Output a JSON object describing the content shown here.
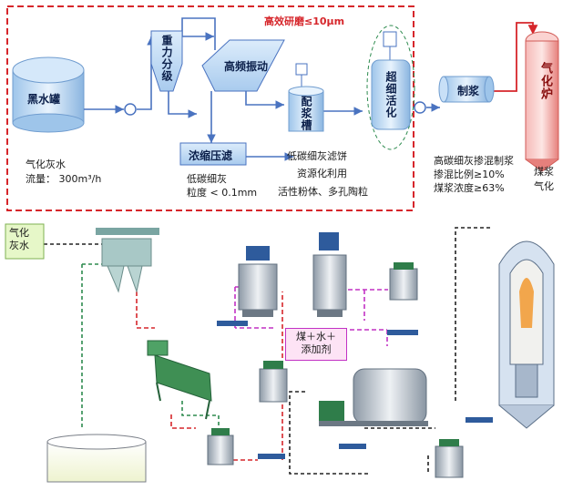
{
  "top": {
    "title": "高效研磨≤10μm",
    "tank": "黑水罐",
    "gravity": "重力分级",
    "vibration": "高频振动",
    "thickener": "浓缩压滤",
    "slurry_tank": "配浆槽",
    "activation": "超细活化",
    "pulping": "制浆",
    "gasifier": "气化炉",
    "feed_line1": "气化灰水",
    "feed_line2": "流量：  300m³/h",
    "fine_line1": "低碳细灰",
    "fine_line2": "粒度 < 0.1mm",
    "cake_line1": "低碳细灰滤饼",
    "cake_line2": "资源化利用",
    "cake_line3": "活性粉体、多孔陶粒",
    "coal_line1": "高碳细灰掺混制浆",
    "coal_line2": "掺混比例≥10%",
    "coal_line3": "煤浆浓度≥63%",
    "slurry_out_line1": "煤浆",
    "slurry_out_line2": "气化"
  },
  "bottom": {
    "gray_water": "气化\n灰水",
    "additive_line1": "煤＋水＋",
    "additive_line2": "添加剂"
  },
  "colors": {
    "red_dash": "#d6262b",
    "blue_line": "#4a73c0",
    "magenta_dash": "#c231c4",
    "green_dash": "#2e8b4f",
    "black_dash": "#222222"
  }
}
